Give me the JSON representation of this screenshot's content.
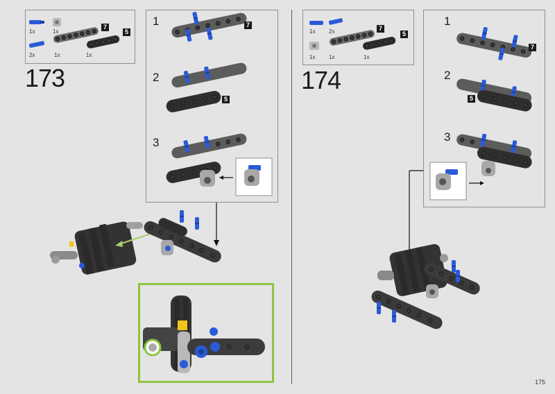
{
  "left_step": {
    "number": "173",
    "parts": [
      {
        "qty": "1x",
        "icon": "blue-axle-pin-icon"
      },
      {
        "qty": "1x",
        "icon": "gray-connector-icon"
      },
      {
        "qty": "2x",
        "icon": "blue-pin-icon"
      },
      {
        "qty": "1x",
        "icon": "gray-beam-7-icon",
        "badge": "7"
      },
      {
        "qty": "1x",
        "icon": "black-beam-5-icon",
        "badge": "5"
      }
    ],
    "substeps": [
      {
        "label": "1",
        "badge": "7"
      },
      {
        "label": "2",
        "badge": "5"
      },
      {
        "label": "3"
      }
    ]
  },
  "right_step": {
    "number": "174",
    "parts": [
      {
        "qty": "1x",
        "icon": "blue-pin-icon"
      },
      {
        "qty": "2x",
        "icon": "blue-axle-pin-icon"
      },
      {
        "qty": "1x",
        "icon": "gray-connector-icon"
      },
      {
        "qty": "1x",
        "icon": "gray-beam-7-icon",
        "badge": "7"
      },
      {
        "qty": "1x",
        "icon": "black-beam-5-icon",
        "badge": "5"
      }
    ],
    "substeps": [
      {
        "label": "1",
        "badge": "7"
      },
      {
        "label": "2",
        "badge": "5"
      },
      {
        "label": "3"
      }
    ]
  },
  "page_number": "175",
  "colors": {
    "beam_gray": "#5c5c5c",
    "beam_dark": "#2e2e2e",
    "pin_blue": "#2a5bd7",
    "accent_green": "#8cc63f",
    "arrow_green": "#a8cf6a"
  }
}
